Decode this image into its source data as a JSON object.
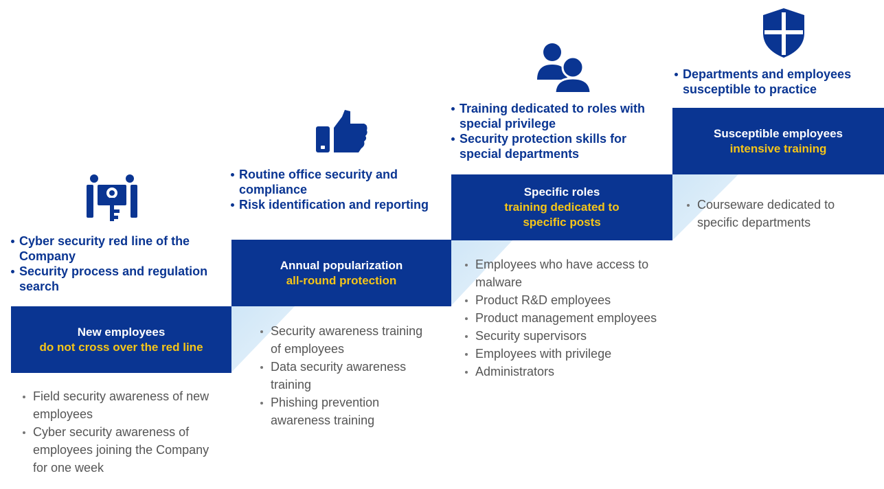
{
  "colors": {
    "primary": "#0a3592",
    "highlight": "#f5c518",
    "shadow": "#dcebf7",
    "detail_text": "#555555"
  },
  "stages": [
    {
      "icon": "people-key-icon",
      "title": "New employees",
      "subtitle": "do not cross over the red line",
      "focus": [
        "Cyber security red line of the Company",
        "Security process and regulation search"
      ],
      "details": [
        "Field security awareness of new employees",
        "Cyber security awareness of employees joining the Company for one week"
      ]
    },
    {
      "icon": "thumbs-up-icon",
      "title": "Annual popularization",
      "subtitle": "all-round protection",
      "focus": [
        "Routine office security and compliance",
        "Risk identification and reporting"
      ],
      "details": [
        "Security awareness training of employees",
        "Data security awareness training",
        "Phishing prevention awareness training"
      ]
    },
    {
      "icon": "users-icon",
      "title": "Specific roles",
      "subtitle": "training dedicated to specific posts",
      "focus": [
        "Training dedicated to roles with special privilege",
        "Security protection skills for special departments"
      ],
      "details": [
        "Employees who have access to malware",
        "Product R&D employees",
        "Product management employees",
        "Security supervisors",
        "Employees with privilege",
        "Administrators"
      ]
    },
    {
      "icon": "shield-icon",
      "title": "Susceptible employees",
      "subtitle": "intensive training",
      "focus": [
        "Departments and employees susceptible to practice"
      ],
      "details": [
        "Courseware dedicated to specific departments"
      ]
    }
  ]
}
